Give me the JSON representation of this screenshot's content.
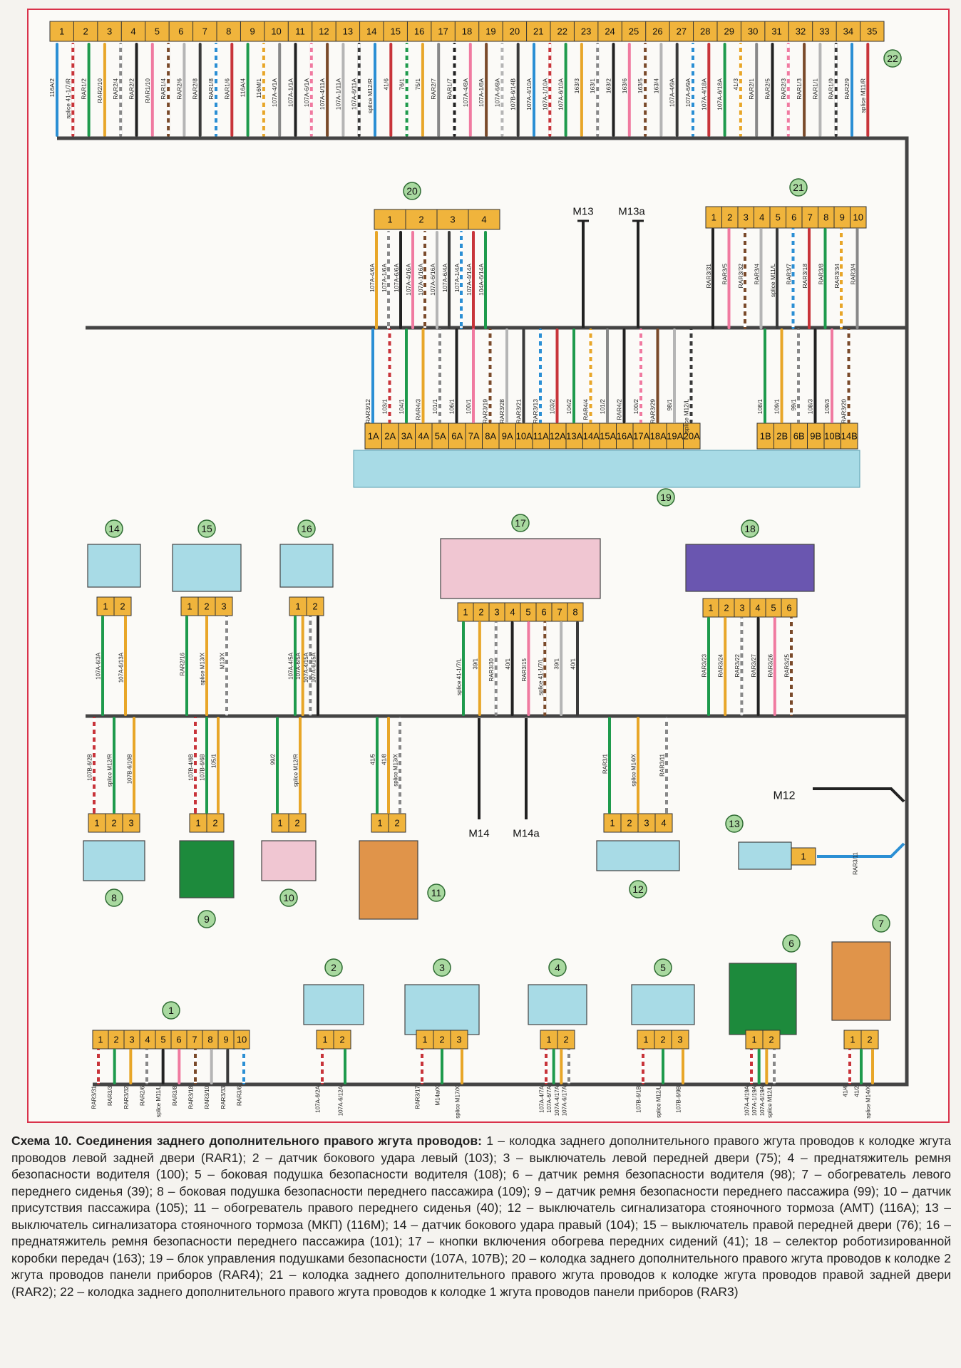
{
  "top_connector": {
    "pins": [
      "1",
      "2",
      "3",
      "4",
      "5",
      "6",
      "7",
      "8",
      "9",
      "10",
      "11",
      "12",
      "13",
      "14",
      "15",
      "16",
      "17",
      "18",
      "19",
      "20",
      "21",
      "22",
      "23",
      "24",
      "25",
      "26",
      "27",
      "28",
      "29",
      "30",
      "31",
      "32",
      "33",
      "34",
      "35"
    ],
    "wire_labels": [
      "116A/2",
      "splice 41-1/7/R",
      "RAR1/2",
      "RAR2/10",
      "RAR2/4",
      "RAR2/2",
      "RAR1/10",
      "RAR1/4",
      "RAR2/6",
      "RAR2/8",
      "RAR1/8",
      "RAR1/6",
      "116A/4",
      "116M/1",
      "107A-4/1A",
      "107A-1/1A",
      "107A-6/1A",
      "107A-4/11A",
      "107A-1/11A",
      "107A-6/11A",
      "splice M12/R",
      "41/6",
      "76/1",
      "75/1",
      "RAR2/7",
      "RAR1/7",
      "107A-4/8A",
      "107A-1/8A",
      "107A-6/8A",
      "107B-6/14B",
      "107A-4/10A",
      "107A-1/10A",
      "107A-6/10A",
      "163/3",
      "163/1",
      "163/2",
      "163/6",
      "163/5",
      "163/4",
      "107A-4/9A",
      "107A-6/9A",
      "107A-4/18A",
      "107A-6/18A",
      "41/3",
      "RAR2/1",
      "RAR2/5",
      "RAR2/3",
      "RAR1/3",
      "RAR1/1",
      "RAR1/9",
      "RAR2/9",
      "splice M11/R"
    ],
    "callout": "22"
  },
  "connector20": {
    "callout": "20",
    "pins": [
      "1",
      "2",
      "3",
      "4"
    ],
    "wire_labels": [
      "107A-4/6A",
      "107A-1/6A",
      "107A-6/6A",
      "107A-4/16A",
      "107A-1/16A",
      "107A-6/16A",
      "107A-6/4A",
      "107A-1/4A",
      "107A-4/14A",
      "104A-6/14A"
    ]
  },
  "ground_top": {
    "m13": "M13",
    "m13a": "M13a"
  },
  "connector21": {
    "callout": "21",
    "pins": [
      "1",
      "2",
      "3",
      "4",
      "5",
      "6",
      "7",
      "8",
      "9",
      "10"
    ],
    "wire_labels": [
      "RAR3/31",
      "RAR3/5",
      "RAR3/32",
      "RAR3/4",
      "splice M11/L",
      "RAR3/7",
      "RAR3/18",
      "RAR3/8",
      "RAR3/34",
      "RAR3/4"
    ]
  },
  "airbag_unit": {
    "callout": "19",
    "pins_a": [
      "1A",
      "2A",
      "3A",
      "4A",
      "5A",
      "6A",
      "7A",
      "8A",
      "9A",
      "10A",
      "11A",
      "12A",
      "13A",
      "14A",
      "15A",
      "16A",
      "17A",
      "18A",
      "19A",
      "20A"
    ],
    "pins_b": [
      "1B",
      "2B",
      "6B",
      "9B",
      "10B",
      "14B"
    ],
    "wire_labels_a": [
      "RAR3/12",
      "103/1",
      "104/1",
      "RAR4/3",
      "101/1",
      "106/1",
      "100/1",
      "RAR3/19",
      "RAR3/28",
      "RAR3/21",
      "RAR3/13",
      "103/2",
      "104/2",
      "RAR4/4",
      "101/2",
      "RAR4/2",
      "100/2",
      "RAR3/29",
      "98/1",
      "splice M12/L"
    ],
    "wire_labels_b": [
      "108/1",
      "109/1",
      "99/1",
      "108/3",
      "109/3",
      "RAR3/20"
    ]
  },
  "components": [
    {
      "id": "14",
      "pins": [
        "1",
        "2"
      ],
      "wires": [
        "107A-6/3A",
        "107A-6/13A"
      ]
    },
    {
      "id": "15",
      "pins": [
        "1",
        "2",
        "3"
      ],
      "wires": [
        "RAR2/16",
        "splice M13/X",
        "M13/X"
      ]
    },
    {
      "id": "16",
      "pins": [
        "1",
        "2"
      ],
      "wires": [
        "107A-4/5A",
        "107A-6/5A",
        "107A-4/15A",
        "107A-6/15A"
      ]
    },
    {
      "id": "17",
      "pins": [
        "1",
        "2",
        "3",
        "4",
        "5",
        "6",
        "7",
        "8"
      ],
      "wires": [
        "splice 41-1/7/L",
        "39/1",
        "RAR3/30",
        "40/1",
        "RAR3/15",
        "splice 41-1/7/L",
        "39/1",
        "40/1"
      ]
    },
    {
      "id": "18",
      "pins": [
        "1",
        "2",
        "3",
        "4",
        "5",
        "6"
      ],
      "wires": [
        "RAR3/23",
        "RAR3/24",
        "RAR3/22",
        "RAR3/27",
        "RAR3/26",
        "RAR3/25"
      ]
    },
    {
      "id": "8",
      "pins": [
        "1",
        "2",
        "3"
      ],
      "wires": [
        "107B-6/2B",
        "splice M12/R",
        "107B-6/10B"
      ]
    },
    {
      "id": "9",
      "pins": [
        "1",
        "2"
      ],
      "wires": [
        "107B-4/6B",
        "107B-6/6B",
        "105/1"
      ]
    },
    {
      "id": "10",
      "pins": [
        "1",
        "2"
      ],
      "wires": [
        "99/2",
        "splice M12/R"
      ]
    },
    {
      "id": "11",
      "pins": [
        "1",
        "2"
      ],
      "wires": [
        "41/5",
        "41/8",
        "splice M13/X"
      ]
    },
    {
      "id": "12",
      "pins": [
        "1",
        "2",
        "3",
        "4"
      ],
      "wires": [
        "RAR3/1",
        "splice M14/X",
        "RAR3/11"
      ]
    },
    {
      "id": "13",
      "pins": [
        "1"
      ],
      "wires": [
        "RAR3/11"
      ]
    },
    {
      "id": "1",
      "pins": [
        "1",
        "2",
        "3",
        "4",
        "5",
        "6",
        "7",
        "8",
        "9",
        "10"
      ],
      "wires": [
        "RAR3/31",
        "RAR3/3",
        "RAR3/32",
        "RAR2/6",
        "splice M11/L",
        "RAR3/8",
        "RAR3/18",
        "RAR3/10",
        "RAR3/33",
        "RAR3/6"
      ]
    },
    {
      "id": "2",
      "pins": [
        "1",
        "2"
      ],
      "wires": [
        "107A-6/2A",
        "107A-6/12A"
      ]
    },
    {
      "id": "3",
      "pins": [
        "1",
        "2",
        "3"
      ],
      "wires": [
        "RAR3/17",
        "M14a/X",
        "splice M17/X"
      ]
    },
    {
      "id": "4",
      "pins": [
        "1",
        "2"
      ],
      "wires": [
        "107A-4/7A",
        "107A-6/7A",
        "107A-4/17A",
        "107A-6/17A"
      ]
    },
    {
      "id": "5",
      "pins": [
        "1",
        "2",
        "3"
      ],
      "wires": [
        "107B-6/1B",
        "splice M12/L",
        "107B-6/9B"
      ]
    },
    {
      "id": "6",
      "pins": [
        "1",
        "2"
      ],
      "wires": [
        "107A-4/19A",
        "107A-1/19A",
        "107A-6/19A",
        "splice M12/L"
      ]
    },
    {
      "id": "7",
      "pins": [
        "1",
        "2"
      ],
      "wires": [
        "41/4",
        "41/2",
        "splice M14/X"
      ]
    }
  ],
  "grounds": {
    "m12": "M12",
    "m14": "M14",
    "m14a": "M14a"
  },
  "caption": {
    "title": "Схема 10. Соединения заднего дополнительного правого жгута проводов:",
    "items": [
      "1 – колодка заднего дополнительного правого жгута проводов к колодке жгута проводов левой задней двери (RAR1);",
      "2 – датчик бокового удара левый (103);",
      "3 – выключатель левой передней двери (75);",
      "4 – преднатяжитель ремня безопасности водителя (100);",
      "5 – боковая подушка безопасности водителя (108);",
      "6 – датчик ремня безопасности водителя (98);",
      "7 – обогреватель левого переднего сиденья (39);",
      "8 – боковая подушка безопасности переднего пассажира (109);",
      "9 – датчик ремня безопасности переднего пассажира (99);",
      "10 – датчик присутствия пассажира (105);",
      "11 – обогреватель правого переднего сиденья (40);",
      "12 – выключатель сигнализатора стояночного тормоза (АМТ) (116А);",
      "13 – выключатель сигнализатора стояночного тормоза (МКП) (116М);",
      "14 – датчик бокового удара правый (104);",
      "15 – выключатель правой передней двери (76);",
      "16 – преднатяжитель ремня безопасности переднего пассажира (101);",
      "17 – кнопки включения обогрева передних сидений (41);",
      "18 – селектор роботизированной коробки передач (163);",
      "19 – блок управления подушками безопасности (107А, 107В);",
      "20 – колодка заднего дополнительного правого жгута проводов к колодке 2 жгута проводов панели приборов (RAR4);",
      "21 – колодка заднего дополнительного правого жгута проводов к колодке жгута проводов правой задней двери (RAR2);",
      "22 – колодка заднего дополнительного правого жгута проводов к колодке 1 жгута проводов панели приборов (RAR3)"
    ]
  },
  "colors": {
    "connector": "#f0b43c",
    "callout": "#a9d9a0",
    "light_blue_box": "#a8dbe6",
    "pink_box": "#f0c6d2",
    "purple_box": "#6a56b0",
    "green_box": "#1d8a3c",
    "orange_box": "#e0944a",
    "airbag_box": "#a8dbe6",
    "harness": "#444444"
  }
}
